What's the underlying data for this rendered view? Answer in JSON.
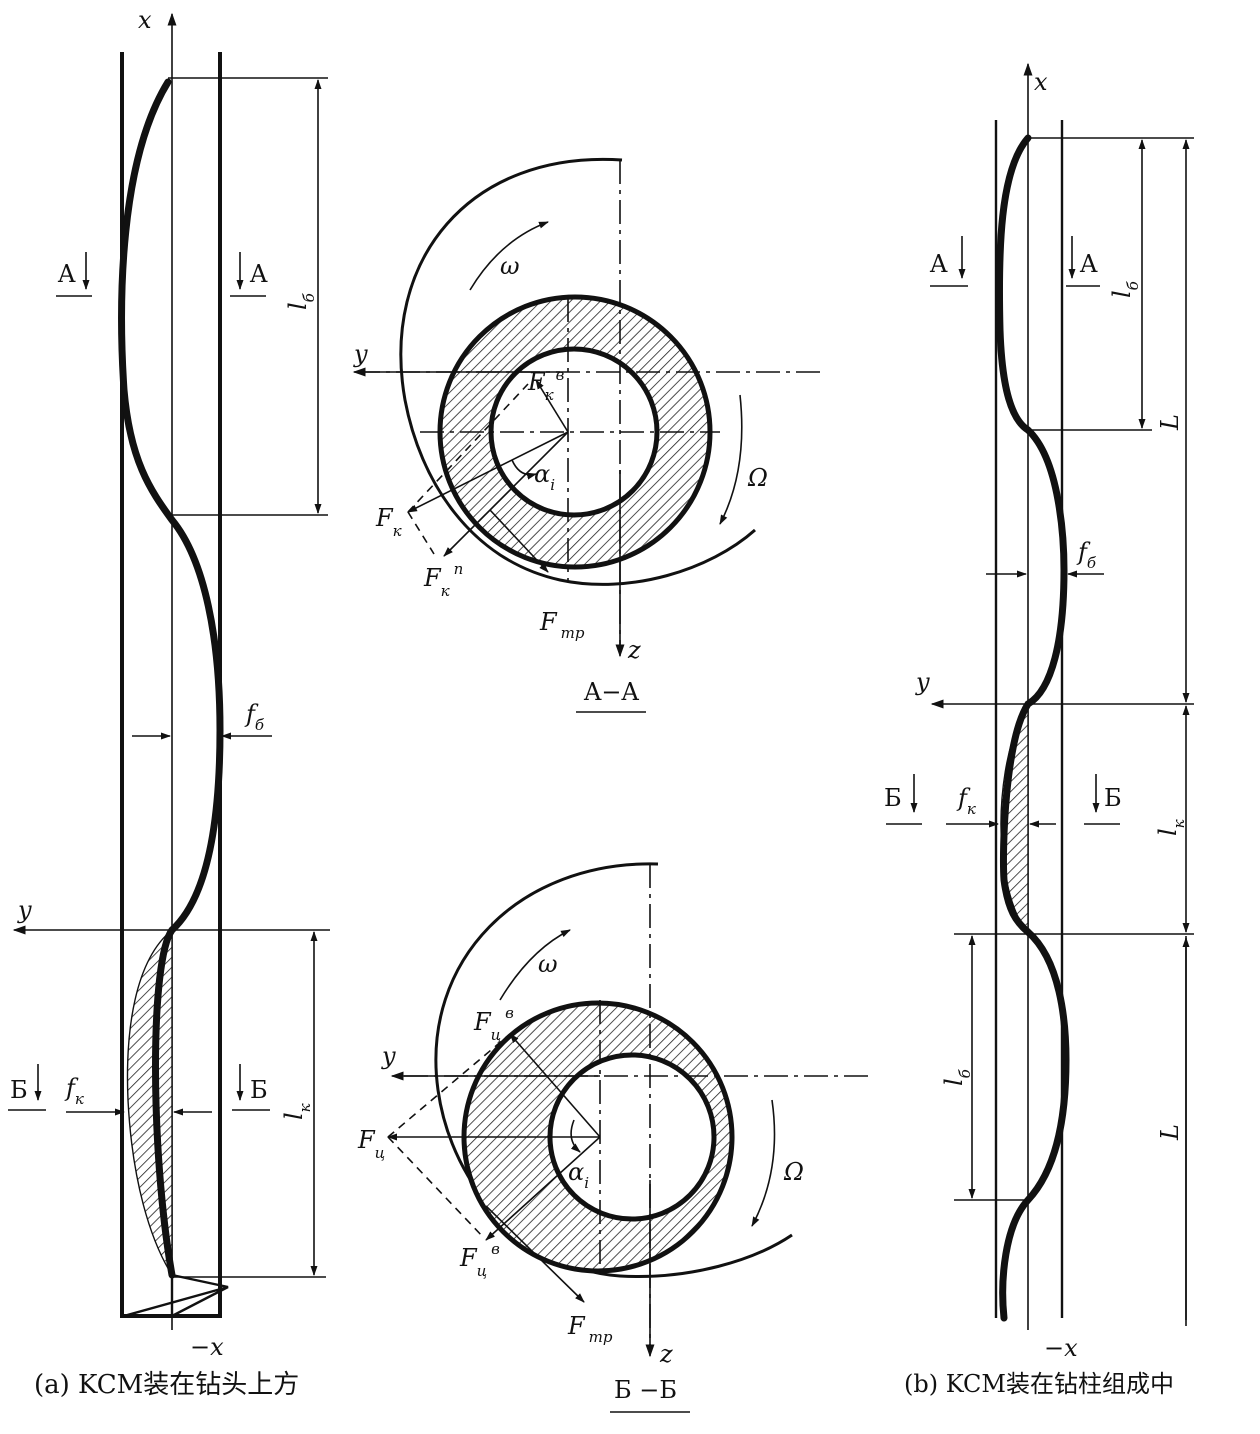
{
  "axes": {
    "x": "x",
    "neg_x": "−x",
    "y": "y",
    "z": "z"
  },
  "symbols": {
    "l": "l",
    "f": "f",
    "F": "F",
    "L": "L",
    "omega": "ω",
    "Omega": "Ω",
    "alpha": "α",
    "sub_b": "б",
    "sub_k": "к",
    "sub_i": "i",
    "sub_ts": "ц",
    "sub_tr": "тр",
    "sup_v": "в",
    "sup_p": "п"
  },
  "section_marks": {
    "A": "A",
    "B": "Б"
  },
  "section_titles": {
    "aa": "A−A",
    "bb": "Б −Б"
  },
  "captions": {
    "a": "(a) KCM装在钻头上方",
    "b": "(b) KCM装在钻柱组成中"
  }
}
